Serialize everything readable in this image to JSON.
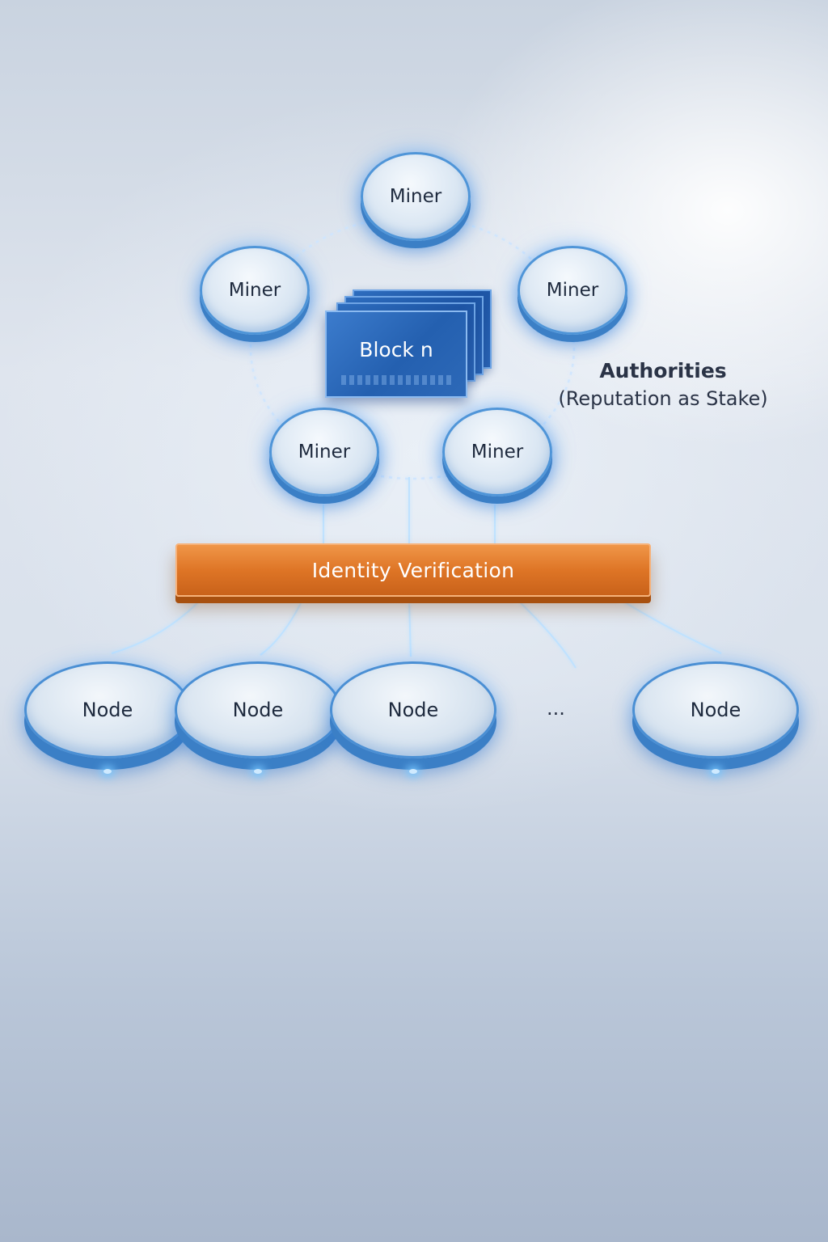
{
  "diagram": {
    "miners": [
      {
        "label": "Miner"
      },
      {
        "label": "Miner"
      },
      {
        "label": "Miner"
      },
      {
        "label": "Miner"
      },
      {
        "label": "Miner"
      }
    ],
    "block": {
      "label": "Block n"
    },
    "authorities": {
      "title": "Authorities",
      "subtitle": "(Reputation as Stake)"
    },
    "identity_verification": {
      "label": "Identity Verification"
    },
    "nodes": [
      {
        "label": "Node"
      },
      {
        "label": "Node"
      },
      {
        "label": "Node"
      },
      {
        "label": "Node"
      }
    ],
    "ellipsis": "...",
    "colors": {
      "miner_border": "#4f95d8",
      "connector": "#9fd2ff",
      "block": "#2460b0",
      "identity_bar": "#de7526",
      "text": "#1e2a3e"
    }
  }
}
